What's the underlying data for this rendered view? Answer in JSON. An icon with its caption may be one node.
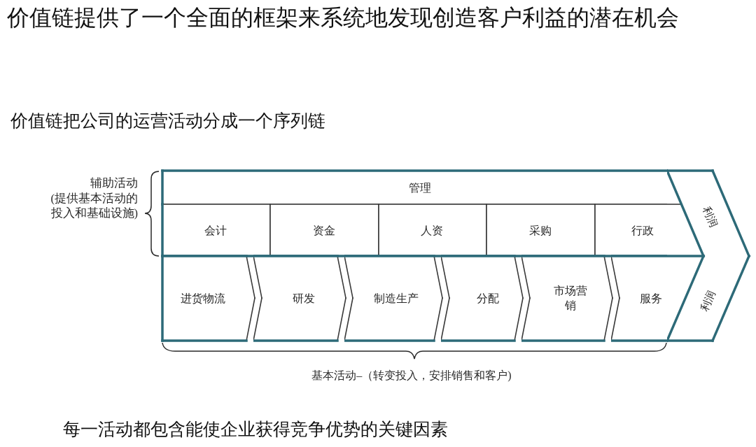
{
  "diagram": {
    "title": "价值链提供了一个全面的框架来系统地发现创造客户利益的潜在机会",
    "nodes": [
      {
        "text": [
          "管理"
        ]
      },
      {
        "text": [
          "会计"
        ]
      },
      {
        "text": [
          "资金"
        ]
      },
      {
        "text": [
          "人资"
        ]
      },
      {
        "text": [
          "采购"
        ]
      },
      {
        "text": [
          "行政"
        ]
      },
      {
        "text": [
          "进货物流"
        ]
      },
      {
        "text": [
          "研发"
        ]
      },
      {
        "text": [
          "制造生产"
        ]
      },
      {
        "text": [
          "分配"
        ]
      },
      {
        "text": [
          "市场营销"
        ]
      },
      {
        "text": [
          "服务"
        ]
      },
      {
        "text": [
          "利润",
          "利润"
        ]
      }
    ],
    "labels": [
      "价值链把公司的运营活动分成一个序列链",
      "辅助活动",
      "(提供基本活动的投入和基础设施)",
      "基本活动–（转变投入，安排销售和客户)",
      "每一活动都包含能使企业获得竞争优势的关键因素"
    ]
  }
}
